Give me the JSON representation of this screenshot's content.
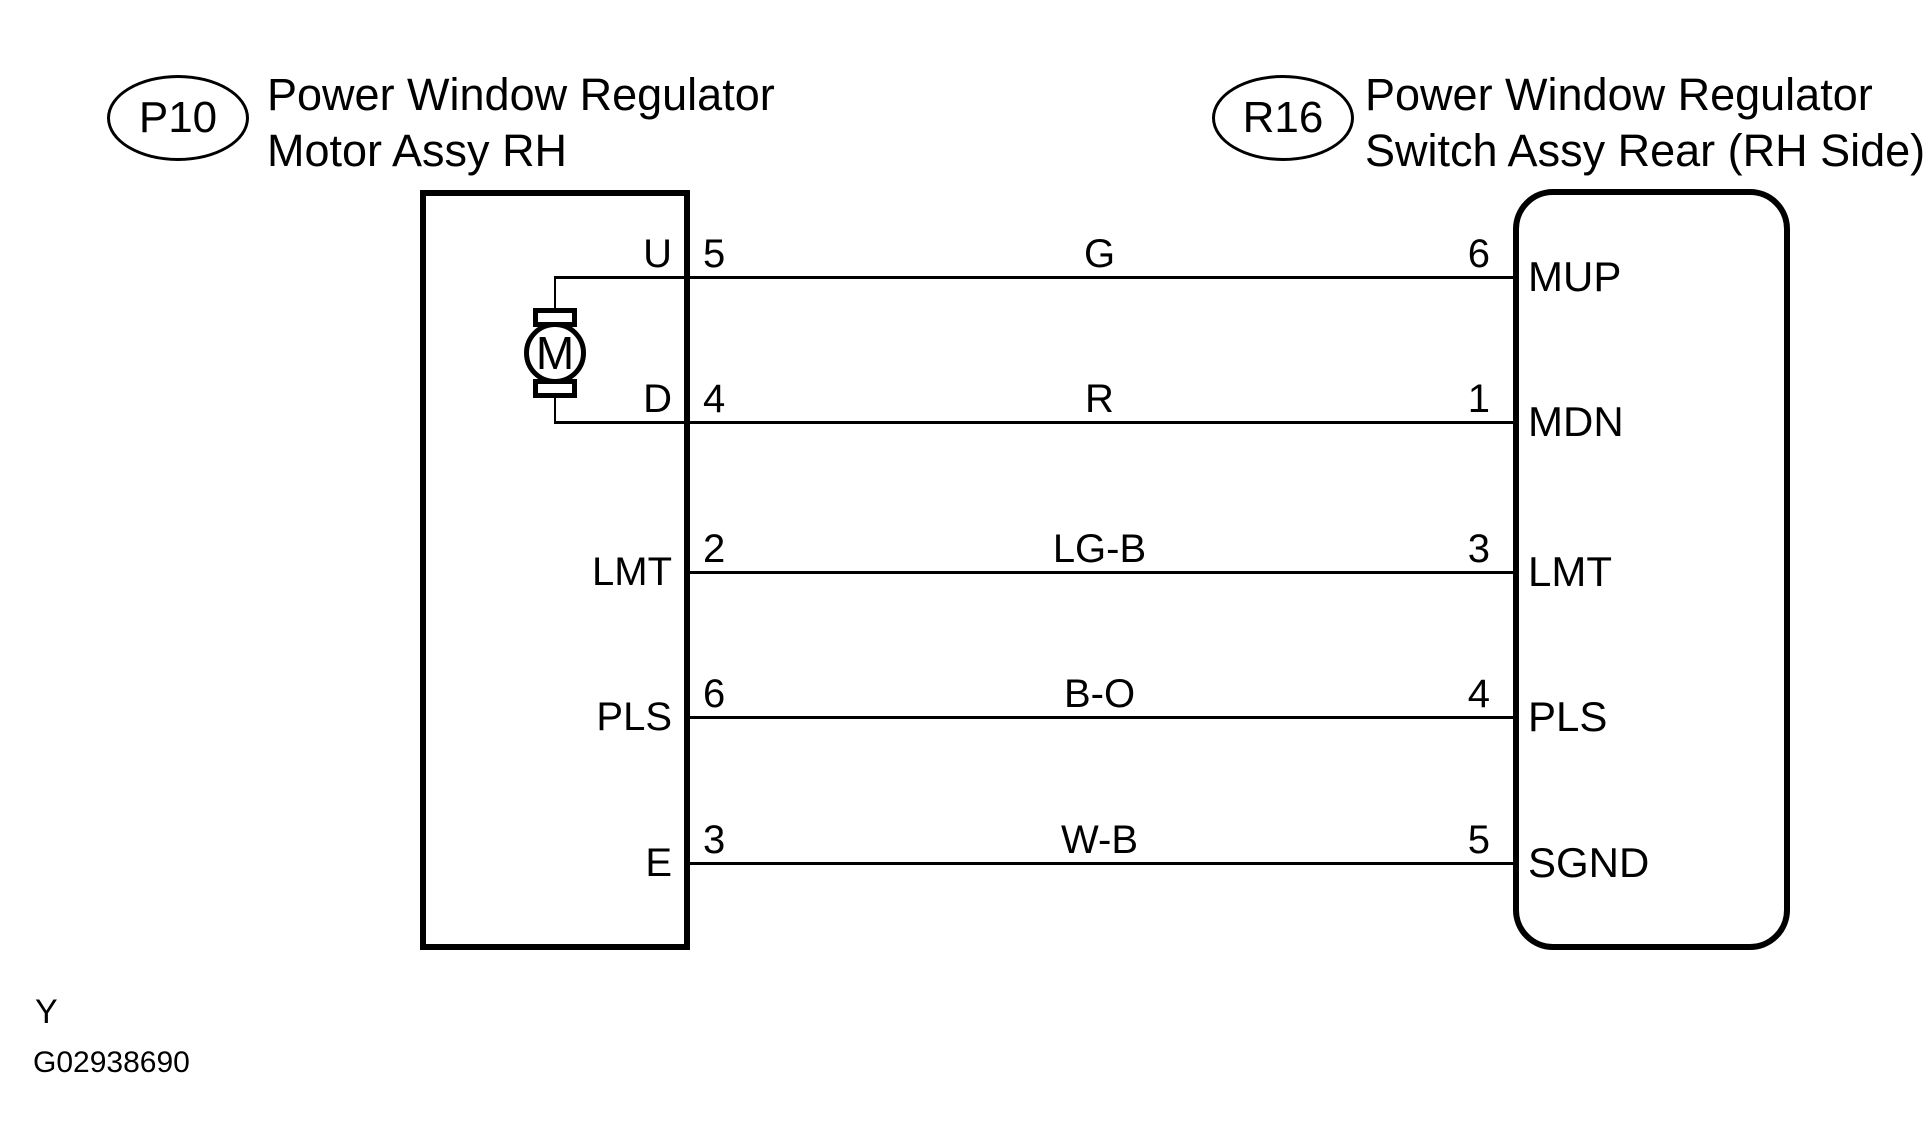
{
  "diagram": {
    "colors": {
      "ink": "#000000",
      "background": "#ffffff"
    },
    "left_connector": {
      "code": "P10",
      "title": [
        "Power Window Regulator",
        "Motor Assy RH"
      ],
      "motor_symbol": "M"
    },
    "right_connector": {
      "code": "R16",
      "title": [
        "Power Window Regulator",
        "Switch Assy Rear (RH Side)"
      ]
    },
    "wires": [
      {
        "left_pin_label": "U",
        "left_pin_number": "5",
        "color_code": "G",
        "right_pin_number": "6",
        "right_terminal": "MUP"
      },
      {
        "left_pin_label": "D",
        "left_pin_number": "4",
        "color_code": "R",
        "right_pin_number": "1",
        "right_terminal": "MDN"
      },
      {
        "left_pin_label": "LMT",
        "left_pin_number": "2",
        "color_code": "LG-B",
        "right_pin_number": "3",
        "right_terminal": "LMT"
      },
      {
        "left_pin_label": "PLS",
        "left_pin_number": "6",
        "color_code": "B-O",
        "right_pin_number": "4",
        "right_terminal": "PLS"
      },
      {
        "left_pin_label": "E",
        "left_pin_number": "3",
        "color_code": "W-B",
        "right_pin_number": "5",
        "right_terminal": "SGND"
      }
    ],
    "footer": {
      "marker": "Y",
      "figure_id": "G02938690"
    }
  }
}
